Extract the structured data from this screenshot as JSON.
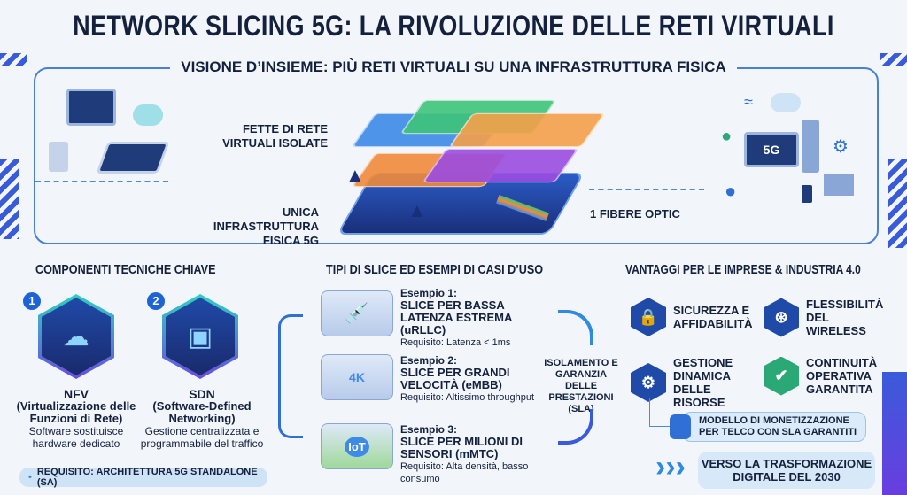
{
  "title": "NETWORK SLICING 5G: LA RIVOLUZIONE DELLE RETI VIRTUALI",
  "overview": {
    "heading": "VISIONE D’INSIEME: PIÙ RETI VIRTUALI SU UNA INFRASTRUTTURA FISICA",
    "label_slices": "FETTE DI RETE VIRTUALI ISOLATE",
    "label_infra": "UNICA INFRASTRUTTURA FISICA 5G",
    "label_fiber": "1 FIBERE OPTIC",
    "device_badge": "5G"
  },
  "components": {
    "heading": "COMPONENTI TECNICHE CHIAVE",
    "items": [
      {
        "num": "1",
        "title": "NFV",
        "subtitle": "(Virtualizzazione delle Funzioni di Rete)",
        "desc": "Software sostituisce hardware dedicato"
      },
      {
        "num": "2",
        "title": "SDN",
        "subtitle": "(Software-Defined Networking)",
        "desc": "Gestione centralizzata e programmabile del traffico"
      }
    ],
    "requirement": "REQUISITO: ARCHITETTURA 5G STANDALONE (SA)"
  },
  "slices": {
    "heading": "TIPI DI SLICE ED ESEMPI DI CASI D’USO",
    "items": [
      {
        "example": "Esempio 1:",
        "title": "SLICE PER BASSA LATENZA ESTREMA (uRLLC)",
        "req": "Requisito: Latenza < 1ms"
      },
      {
        "example": "Esempio 2:",
        "title": "SLICE PER GRANDI VELOCITÀ (eMBB)",
        "req": "Requisito: Altissimo throughput",
        "badge": "4K"
      },
      {
        "example": "Esempio 3:",
        "title": "SLICE PER MILIONI DI SENSORI (mMTC)",
        "req": "Requisito: Alta densità, basso consumo",
        "badge": "IoT"
      }
    ],
    "isolation": "ISOLAMENTO E GARANZIA DELLE PRESTAZIONI (SLA)"
  },
  "benefits": {
    "heading": "VANTAGGI PER LE IMPRESE & INDUSTRIA 4.0",
    "items": [
      {
        "label": "SICUREZZA E AFFIDABILITÀ",
        "icon": "lock-icon"
      },
      {
        "label": "FLESSIBILITÀ DEL WIRELESS",
        "icon": "antenna-icon"
      },
      {
        "label": "GESTIONE DINAMICA DELLE RISORSE",
        "icon": "gear-icon"
      },
      {
        "label": "CONTINUITÀ OPERATIVA GARANTITA",
        "icon": "check-icon"
      }
    ],
    "monetization": "MODELLO DI MONETIZZAZIONE PER TELCO CON SLA GARANTITI",
    "future": "VERSO LA TRASFORMAZIONE DIGITALE DEL 2030"
  }
}
